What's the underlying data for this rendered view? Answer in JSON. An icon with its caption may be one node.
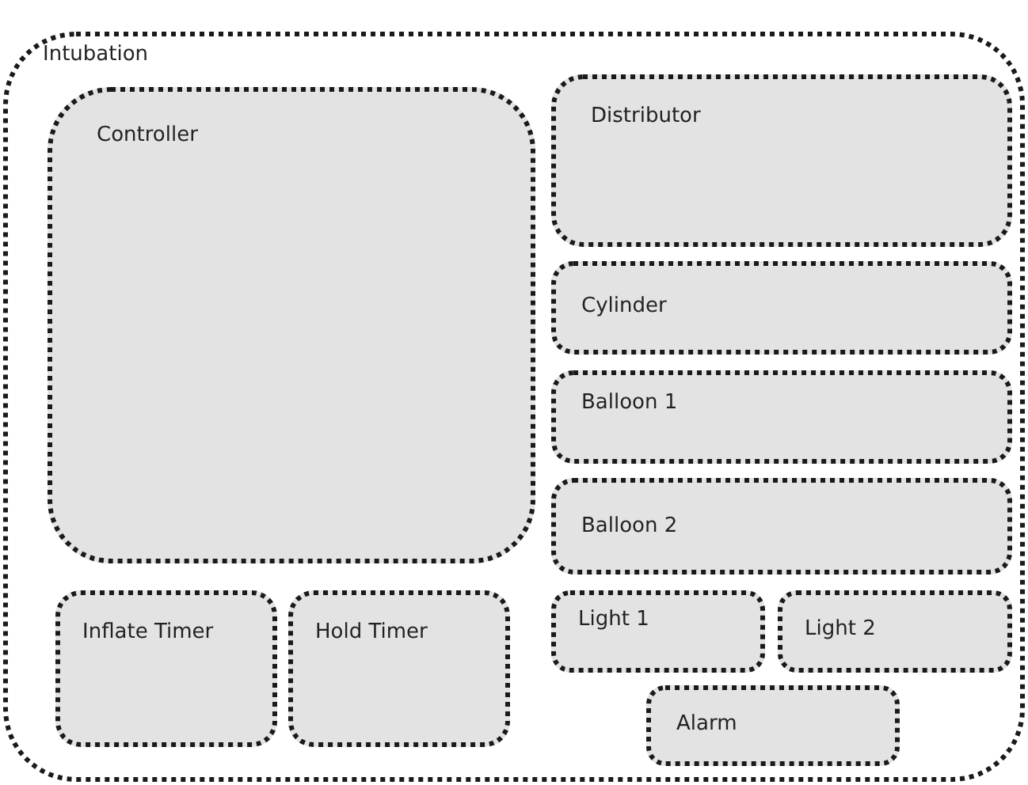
{
  "diagram": {
    "nodes": [
      {
        "text": [
          "Intubation"
        ]
      },
      {
        "text": [
          "Controller"
        ],
        "in": 0
      },
      {
        "text": [
          "Distributor"
        ],
        "in": 0
      },
      {
        "text": [
          "Cylinder"
        ],
        "in": 0
      },
      {
        "text": [
          "Balloon 1"
        ],
        "in": 0
      },
      {
        "text": [
          "Balloon 2"
        ],
        "in": 0
      },
      {
        "text": [
          "Inflate Timer"
        ],
        "in": 0
      },
      {
        "text": [
          "Hold Timer"
        ],
        "in": 0
      },
      {
        "text": [
          "Light 1"
        ],
        "in": 0
      },
      {
        "text": [
          "Light 2"
        ],
        "in": 0
      },
      {
        "text": [
          "Alarm"
        ],
        "in": 0
      }
    ]
  }
}
